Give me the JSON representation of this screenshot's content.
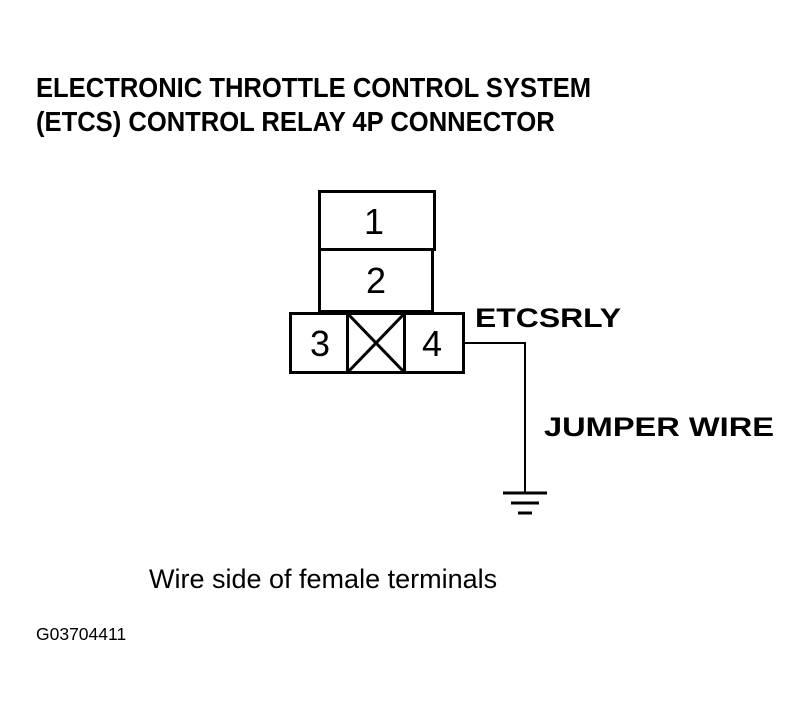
{
  "title": {
    "line1": "ELECTRONIC THROTTLE CONTROL SYSTEM",
    "line2": "(ETCS) CONTROL RELAY 4P CONNECTOR"
  },
  "connector": {
    "terminals": [
      {
        "number": "1",
        "label": "1"
      },
      {
        "number": "2",
        "label": "2"
      },
      {
        "number": "3",
        "label": "3"
      },
      {
        "number": "4",
        "label": "4"
      }
    ],
    "empty_cavity": "crossed-out"
  },
  "labels": {
    "signal": "ETCSRLY",
    "jumper": "JUMPER WIRE"
  },
  "caption": "Wire side of female terminals",
  "figure_id": "G03704411"
}
